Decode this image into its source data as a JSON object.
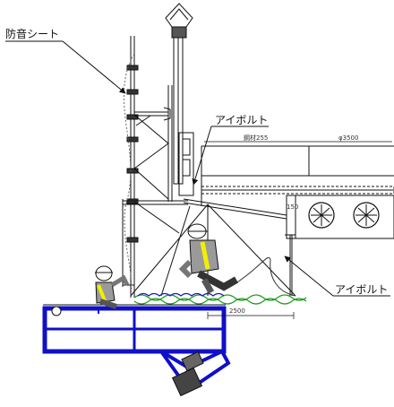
{
  "labels": {
    "soundproof_sheet": "防音シート",
    "eyebolt_top": "アイボルト",
    "eyebolt_bottom": "アイボルト"
  },
  "dimensions": {
    "top_left": "鋼材255",
    "top_right": "φ3500",
    "vertical": "150",
    "bottom": "2500"
  },
  "colors": {
    "line": "#111111",
    "platform_blue": "#1010c8",
    "vest_yellow": "#f0f000",
    "sheet_green": "#1a9a1a",
    "duct_blue": "#1a1ab4"
  },
  "icons": {
    "worker_left": "crouching-worker-icon",
    "worker_right": "kneeling-worker-icon",
    "floodlight": "floodlight-icon"
  }
}
